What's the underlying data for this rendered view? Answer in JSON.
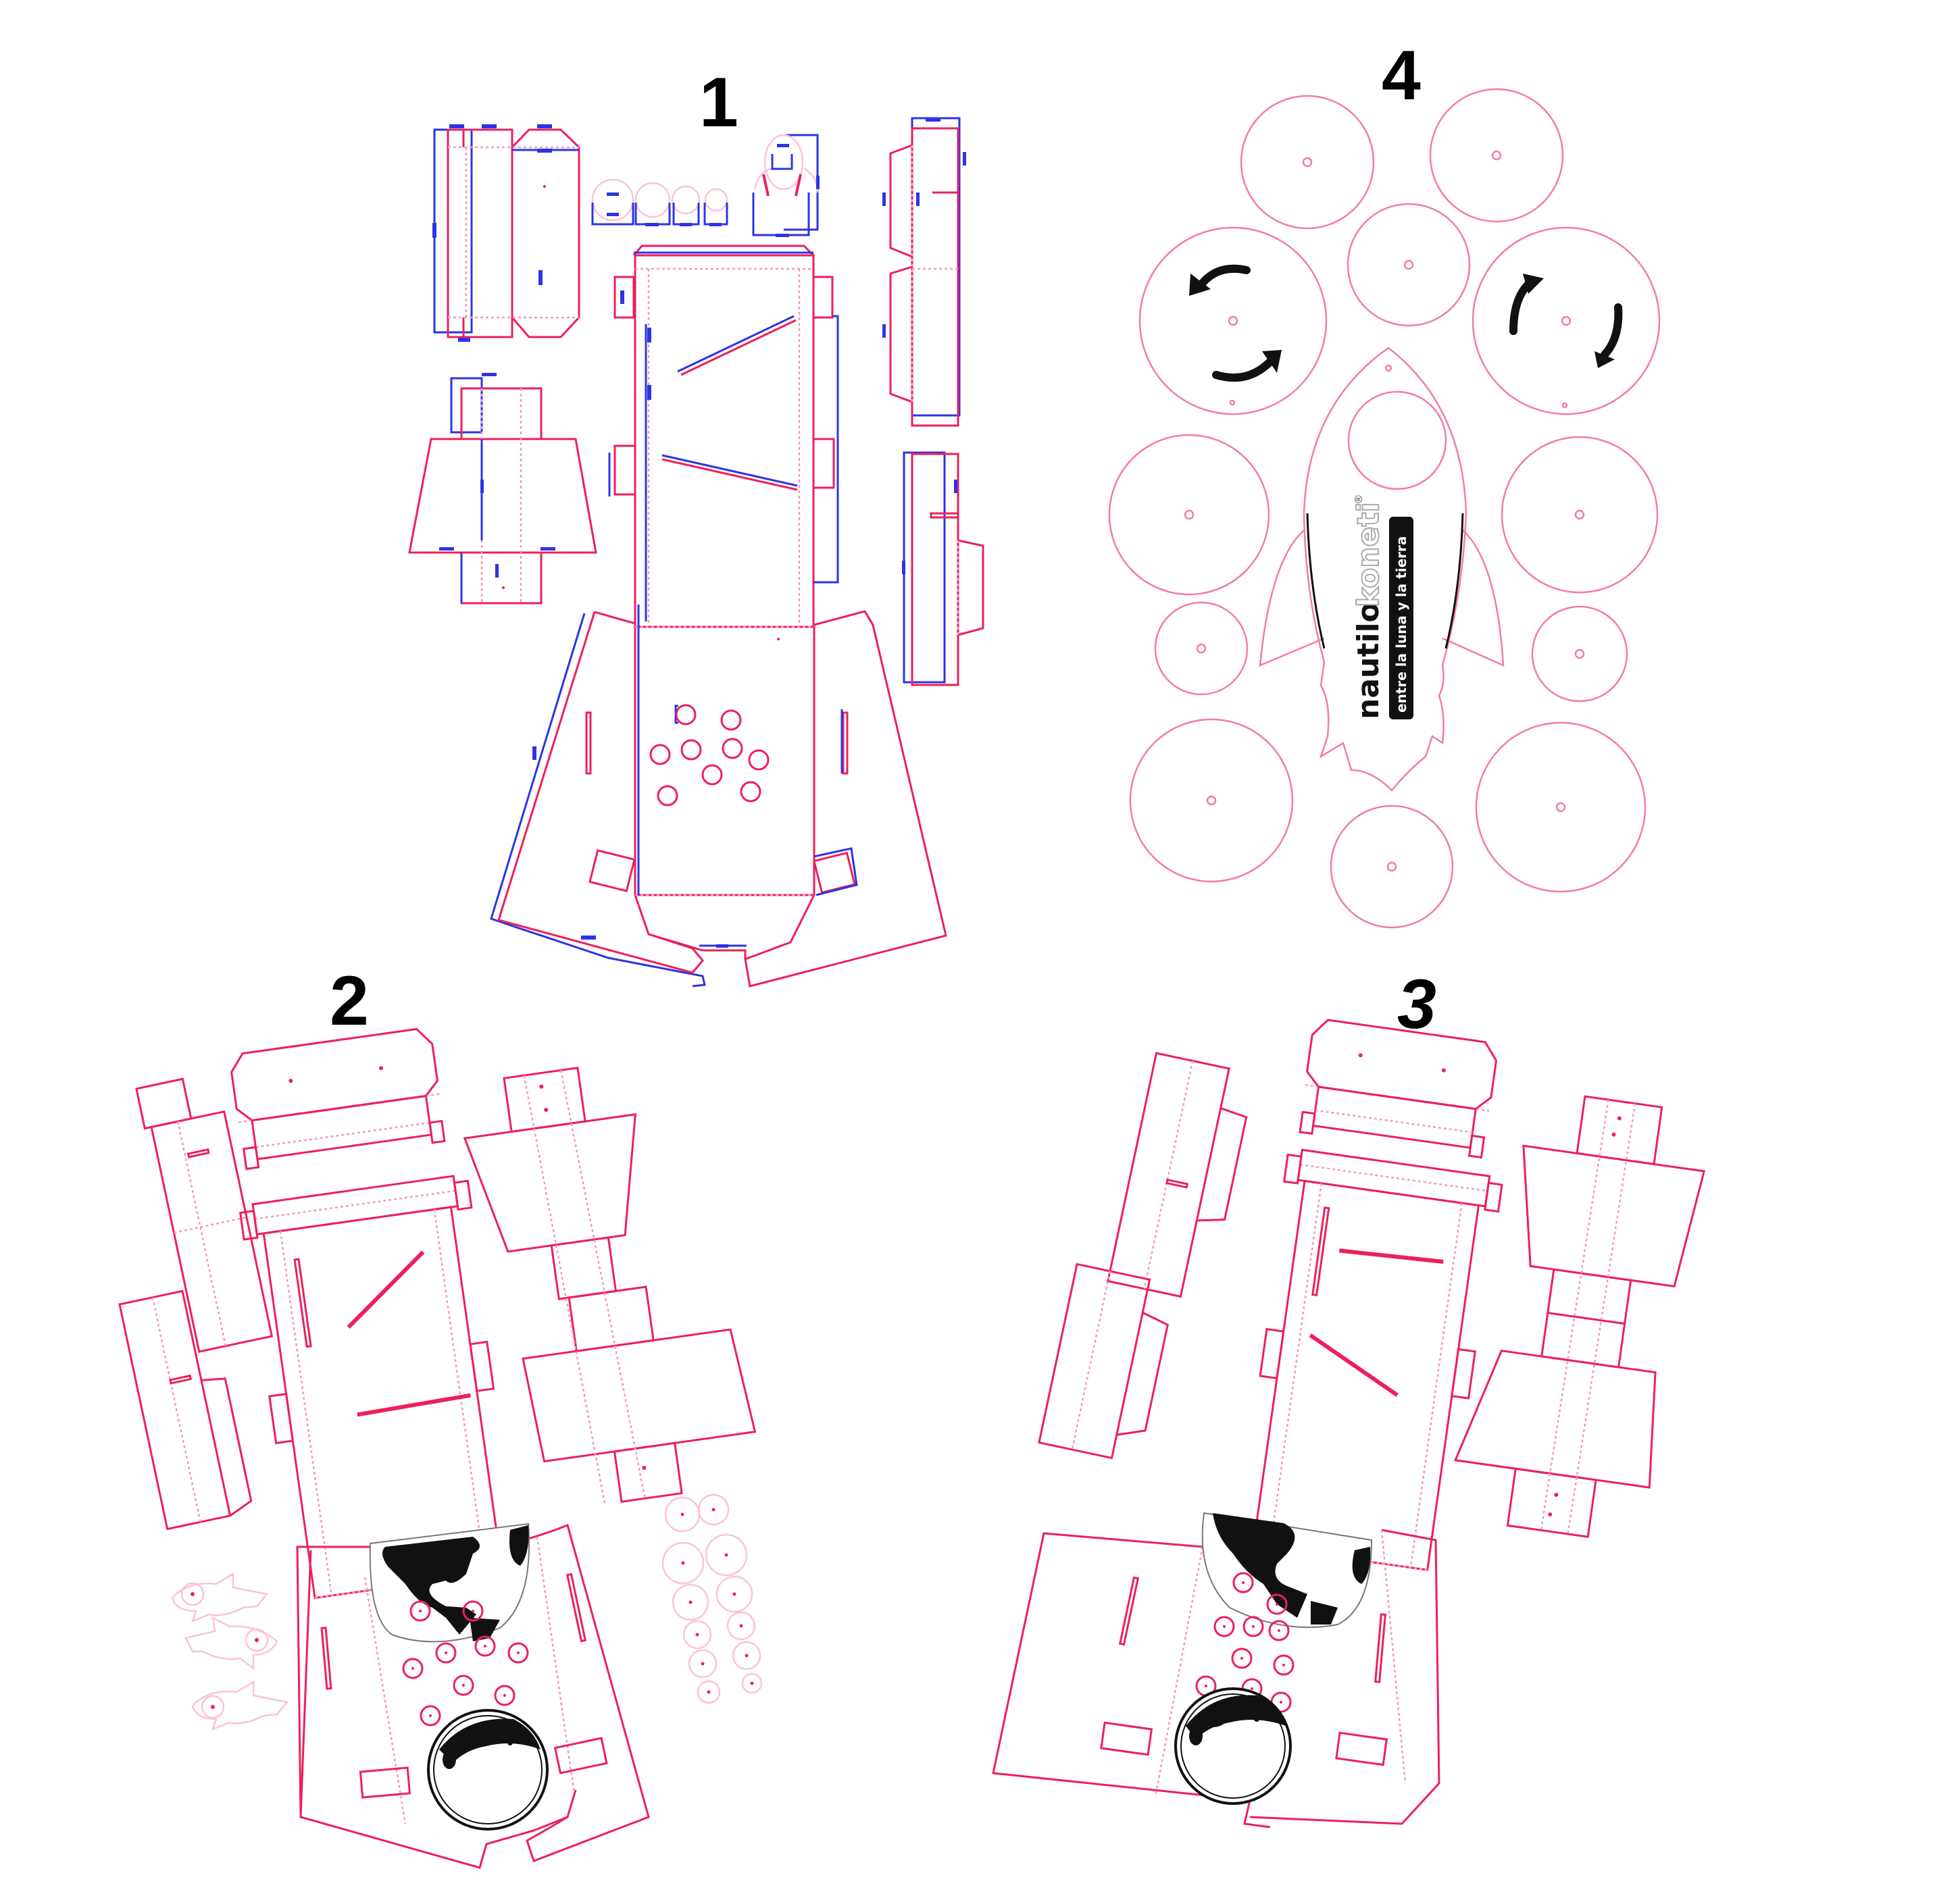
{
  "title": "Nautilo Koneti papercraft rocket die-cut templates",
  "colors": {
    "cut_line": "#ee1f5b",
    "fold_line": "#f49ab8",
    "dimension_line": "#2b34e6",
    "ink": "#111111",
    "background": "#ffffff"
  },
  "panels": [
    {
      "number": "1",
      "description": "Technical die-cut layout with blue dimension lines",
      "components": [
        "side-tube-box",
        "porthole-strip",
        "nose-cone-piece",
        "fin-box-left",
        "main-body-net",
        "fin-box-right-top",
        "fin-box-right-bottom"
      ],
      "porthole_count": 9
    },
    {
      "number": "2",
      "description": "Printed net with Earth and Moon artwork, left-facing layout",
      "components": [
        "top-cap",
        "main-body-net",
        "left-fin-top",
        "left-fin-bottom",
        "right-booster",
        "rocket-cutouts",
        "disc-cutouts"
      ],
      "porthole_count": 11,
      "small_rockets": 3,
      "disc_cutouts": 11
    },
    {
      "number": "3",
      "description": "Printed net with Earth and Moon artwork, right-facing layout",
      "components": [
        "top-cap",
        "main-body-net",
        "left-fin-piece",
        "right-booster"
      ],
      "porthole_count": 10
    },
    {
      "number": "4",
      "description": "Rocket board with circular wheel discs",
      "disc_count": 13,
      "rotation_arrows": 4
    }
  ],
  "logo": {
    "brand_dark": "nautilo",
    "brand_light": "koneti",
    "registered_mark": "®",
    "tagline": "entre la luna y la tierra"
  },
  "icons": [
    "rotate-counterclockwise-arrow-icon",
    "rotate-clockwise-arrow-icon",
    "earth-map-icon",
    "moon-icon"
  ]
}
